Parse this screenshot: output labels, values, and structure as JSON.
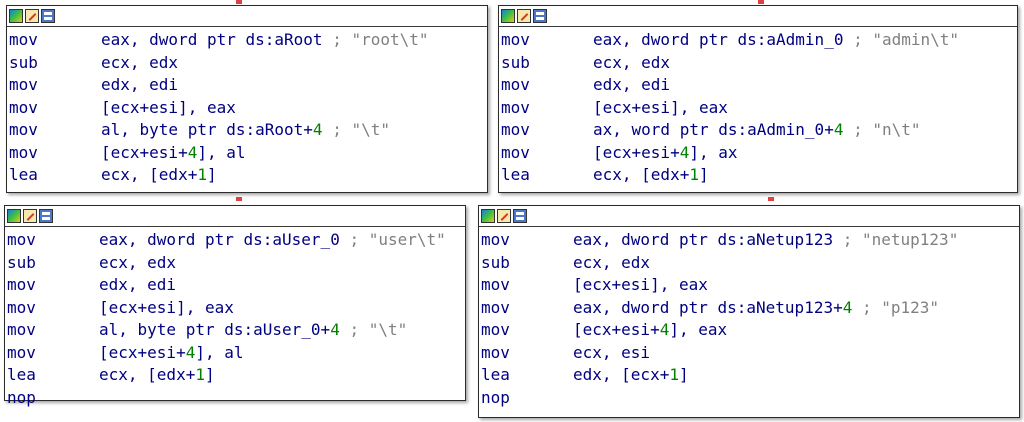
{
  "blocks": [
    {
      "lines": [
        {
          "mnemonic": "mov",
          "operand": "eax, dword ptr ds:aRoot",
          "number": "",
          "operand_tail": "",
          "comment": " ; \"root\\t\""
        },
        {
          "mnemonic": "sub",
          "operand": "ecx, edx",
          "number": "",
          "operand_tail": "",
          "comment": ""
        },
        {
          "mnemonic": "mov",
          "operand": "edx, edi",
          "number": "",
          "operand_tail": "",
          "comment": ""
        },
        {
          "mnemonic": "mov",
          "operand": "[ecx+esi], eax",
          "number": "",
          "operand_tail": "",
          "comment": ""
        },
        {
          "mnemonic": "mov",
          "operand": "al, byte ptr ds:aRoot+",
          "number": "4",
          "operand_tail": "",
          "comment": " ; \"\\t\""
        },
        {
          "mnemonic": "mov",
          "operand": "[ecx+esi+",
          "number": "4",
          "operand_tail": "], al",
          "comment": ""
        },
        {
          "mnemonic": "lea",
          "operand": "ecx, [edx+",
          "number": "1",
          "operand_tail": "]",
          "comment": ""
        }
      ]
    },
    {
      "lines": [
        {
          "mnemonic": "mov",
          "operand": "eax, dword ptr ds:aAdmin_0",
          "number": "",
          "operand_tail": "",
          "comment": " ; \"admin\\t\""
        },
        {
          "mnemonic": "sub",
          "operand": "ecx, edx",
          "number": "",
          "operand_tail": "",
          "comment": ""
        },
        {
          "mnemonic": "mov",
          "operand": "edx, edi",
          "number": "",
          "operand_tail": "",
          "comment": ""
        },
        {
          "mnemonic": "mov",
          "operand": "[ecx+esi], eax",
          "number": "",
          "operand_tail": "",
          "comment": ""
        },
        {
          "mnemonic": "mov",
          "operand": "ax, word ptr ds:aAdmin_0+",
          "number": "4",
          "operand_tail": "",
          "comment": " ; \"n\\t\""
        },
        {
          "mnemonic": "mov",
          "operand": "[ecx+esi+",
          "number": "4",
          "operand_tail": "], ax",
          "comment": ""
        },
        {
          "mnemonic": "lea",
          "operand": "ecx, [edx+",
          "number": "1",
          "operand_tail": "]",
          "comment": ""
        }
      ]
    },
    {
      "lines": [
        {
          "mnemonic": "mov",
          "operand": "eax, dword ptr ds:aUser_0",
          "number": "",
          "operand_tail": "",
          "comment": " ; \"user\\t\""
        },
        {
          "mnemonic": "sub",
          "operand": "ecx, edx",
          "number": "",
          "operand_tail": "",
          "comment": ""
        },
        {
          "mnemonic": "mov",
          "operand": "edx, edi",
          "number": "",
          "operand_tail": "",
          "comment": ""
        },
        {
          "mnemonic": "mov",
          "operand": "[ecx+esi], eax",
          "number": "",
          "operand_tail": "",
          "comment": ""
        },
        {
          "mnemonic": "mov",
          "operand": "al, byte ptr ds:aUser_0+",
          "number": "4",
          "operand_tail": "",
          "comment": " ; \"\\t\""
        },
        {
          "mnemonic": "mov",
          "operand": "[ecx+esi+",
          "number": "4",
          "operand_tail": "], al",
          "comment": ""
        },
        {
          "mnemonic": "lea",
          "operand": "ecx, [edx+",
          "number": "1",
          "operand_tail": "]",
          "comment": ""
        },
        {
          "mnemonic": "nop",
          "operand": "",
          "number": "",
          "operand_tail": "",
          "comment": ""
        }
      ]
    },
    {
      "lines": [
        {
          "mnemonic": "mov",
          "operand": "eax, dword ptr ds:aNetup123",
          "number": "",
          "operand_tail": "",
          "comment": " ; \"netup123\""
        },
        {
          "mnemonic": "sub",
          "operand": "ecx, edx",
          "number": "",
          "operand_tail": "",
          "comment": ""
        },
        {
          "mnemonic": "mov",
          "operand": "[ecx+esi], eax",
          "number": "",
          "operand_tail": "",
          "comment": ""
        },
        {
          "mnemonic": "mov",
          "operand": "eax, dword ptr ds:aNetup123+",
          "number": "4",
          "operand_tail": "",
          "comment": " ; \"p123\""
        },
        {
          "mnemonic": "mov",
          "operand": "[ecx+esi+",
          "number": "4",
          "operand_tail": "], eax",
          "comment": ""
        },
        {
          "mnemonic": "mov",
          "operand": "ecx, esi",
          "number": "",
          "operand_tail": "",
          "comment": ""
        },
        {
          "mnemonic": "lea",
          "operand": "edx, [ecx+",
          "number": "1",
          "operand_tail": "]",
          "comment": ""
        },
        {
          "mnemonic": "nop",
          "operand": "",
          "number": "",
          "operand_tail": "",
          "comment": ""
        }
      ]
    }
  ],
  "icons": [
    "graph-icon",
    "edit-icon",
    "graph-view-icon"
  ],
  "colors": {
    "mnemonic": "#000080",
    "operand": "#000080",
    "number": "#008000",
    "comment": "#808080",
    "border": "#2b2b2b"
  }
}
